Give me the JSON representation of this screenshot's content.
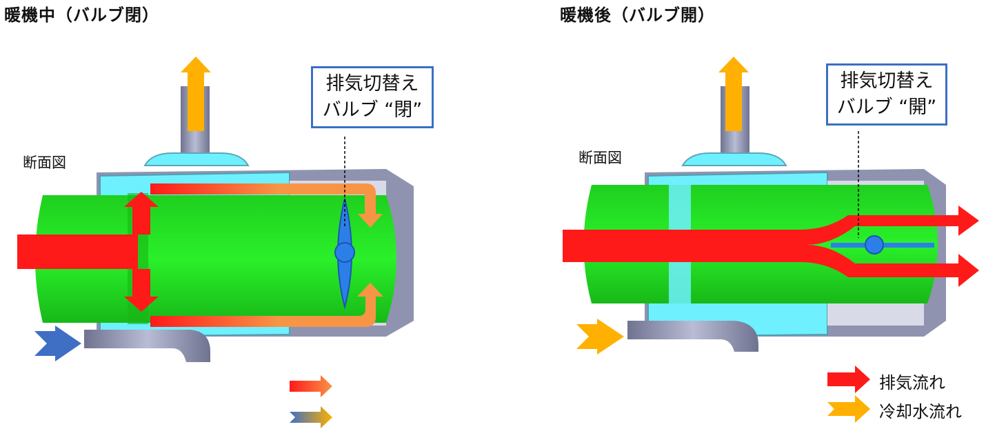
{
  "left_panel": {
    "title": "暖機中（バルブ閉）",
    "section_label": "断面図",
    "valve_callout": {
      "line1": "排気切替え",
      "line2": "バルブ “閉”"
    }
  },
  "right_panel": {
    "title": "暖機後（バルブ開）",
    "section_label": "断面図",
    "valve_callout": {
      "line1": "排気切替え",
      "line2": "バルブ “開”"
    }
  },
  "legend": [
    {
      "label": "排気流れ",
      "color": "#ff1a1a",
      "icon": "red-arrow-icon"
    },
    {
      "label": "冷却水流れ",
      "color": "#ffb000",
      "icon": "orange-arrow-icon"
    }
  ],
  "colors": {
    "exhaust": "#ff1a1a",
    "exhaust_gradient_end": "#f79546",
    "coolant": "#ffb000",
    "coolant_in": "#3e6fc4",
    "pipe_green": "#22e822",
    "housing_cyan": "#6ff0ff",
    "housing_grey": "#8f93b0",
    "valve_blue": "#2d7fe8",
    "callout_border": "#3b6fc4"
  }
}
